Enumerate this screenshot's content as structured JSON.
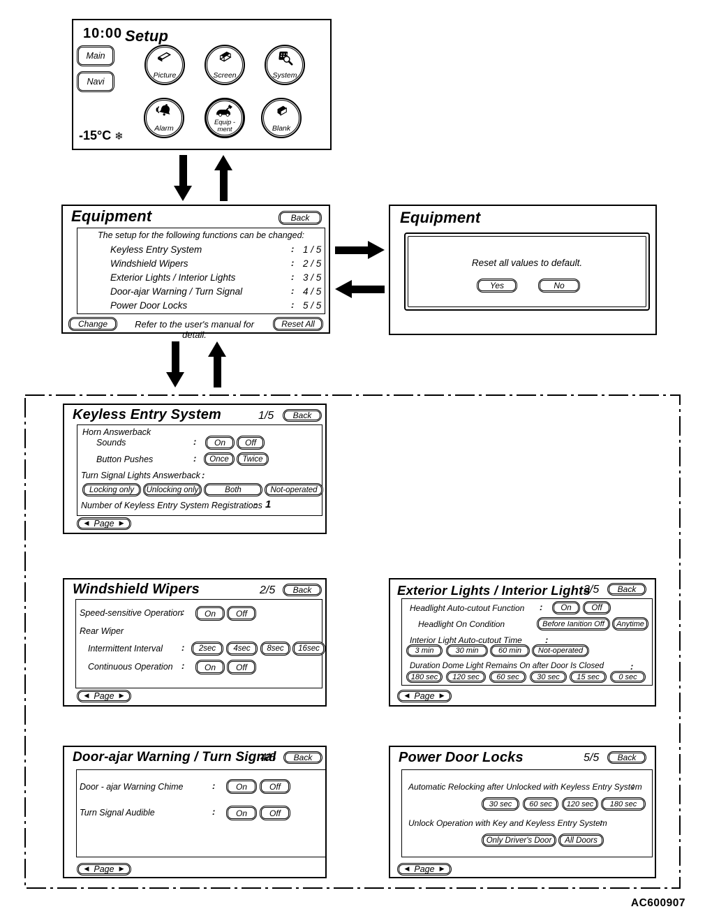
{
  "labels": {
    "back": "Back",
    "page": "Page",
    "prev": "◀",
    "next": "▶",
    "colon": ":"
  },
  "code": "AC600907",
  "setup": {
    "clock": "10:00",
    "title": "Setup",
    "main_label": "Main",
    "navi_label": "Navi",
    "icons": [
      {
        "label": "Picture",
        "icon": "picture-icon"
      },
      {
        "label": "Screen",
        "icon": "screen-icon"
      },
      {
        "label": "System",
        "icon": "system-icon"
      },
      {
        "label": "Alarm",
        "icon": "alarm-icon"
      },
      {
        "label": "Equip -\nment",
        "icon": "equipment-icon"
      },
      {
        "label": "Blank",
        "icon": "blank-icon"
      }
    ],
    "temperature": "-15°C",
    "snowflake": "❄"
  },
  "equipment_menu": {
    "title": "Equipment",
    "subtitle": "The setup for the following functions can be changed:",
    "items": [
      {
        "label": "Keyless Entry System",
        "value": "1 / 5"
      },
      {
        "label": "Windshield Wipers",
        "value": "2 / 5"
      },
      {
        "label": "Exterior Lights / Interior Lights",
        "value": "3 / 5"
      },
      {
        "label": "Door-ajar Warning / Turn Signal",
        "value": "4 / 5"
      },
      {
        "label": "Power Door Locks",
        "value": "5 / 5"
      }
    ],
    "change_label": "Change",
    "footnote": "Refer to the user's manual for detail.",
    "reset_label": "Reset All"
  },
  "equipment_reset": {
    "title": "Equipment",
    "message": "Reset all values to default.",
    "yes_label": "Yes",
    "no_label": "No"
  },
  "keyless": {
    "title": "Keyless Entry System",
    "page": "1/5",
    "horn_group_label": "Horn Answerback",
    "sounds_label": "Sounds",
    "sounds_options": [
      "On",
      "Off"
    ],
    "pushes_label": "Button Pushes",
    "pushes_options": [
      "Once",
      "Twice"
    ],
    "turn_signal_label": "Turn Signal Lights Answerback",
    "turn_signal_options": [
      "Locking only",
      "Unlocking only",
      "Both",
      "Not-operated"
    ],
    "registrations_label": "Number of Keyless Entry System Registrations",
    "registrations_value": "1"
  },
  "windshield": {
    "title": "Windshield Wipers",
    "page": "2/5",
    "speed_label": "Speed-sensitive Operation",
    "speed_options": [
      "On",
      "Off"
    ],
    "rear_group_label": "Rear Wiper",
    "interval_label": "Intermittent Interval",
    "interval_options": [
      "2sec",
      "4sec",
      "8sec",
      "16sec"
    ],
    "continuous_label": "Continuous Operation",
    "continuous_options": [
      "On",
      "Off"
    ]
  },
  "exterior": {
    "title": "Exterior Lights / Interior Lights",
    "page": "3/5",
    "cutout_fn_label": "Headlight Auto-cutout Function",
    "cutout_fn_options": [
      "On",
      "Off"
    ],
    "on_condition_label": "Headlight On Condition",
    "on_condition_options": [
      "Before Ianition Off",
      "Anytime"
    ],
    "interior_cutout_label": "Interior Light Auto-cutout Time",
    "interior_cutout_options": [
      "3 min",
      "30 min",
      "60 min",
      "Not-operated"
    ],
    "dome_label": "Duration Dome Light Remains On after Door Is Closed",
    "dome_options": [
      "180 sec",
      "120 sec",
      "60 sec",
      "30 sec",
      "15 sec",
      "0 sec"
    ]
  },
  "door_ajar": {
    "title": "Door-ajar Warning / Turn Signal",
    "page": "4/5",
    "chime_label": "Door - ajar Warning Chime",
    "chime_options": [
      "On",
      "Off"
    ],
    "audible_label": "Turn Signal Audible",
    "audible_options": [
      "On",
      "Off"
    ]
  },
  "power_locks": {
    "title": "Power Door Locks",
    "page": "5/5",
    "relock_label": "Automatic Relocking after Unlocked with Keyless Entry System",
    "relock_options": [
      "30 sec",
      "60 sec",
      "120 sec",
      "180 sec"
    ],
    "unlock_label": "Unlock Operation with Key and Keyless Entry System",
    "unlock_options": [
      "Only Driver's Door",
      "All Doors"
    ]
  }
}
